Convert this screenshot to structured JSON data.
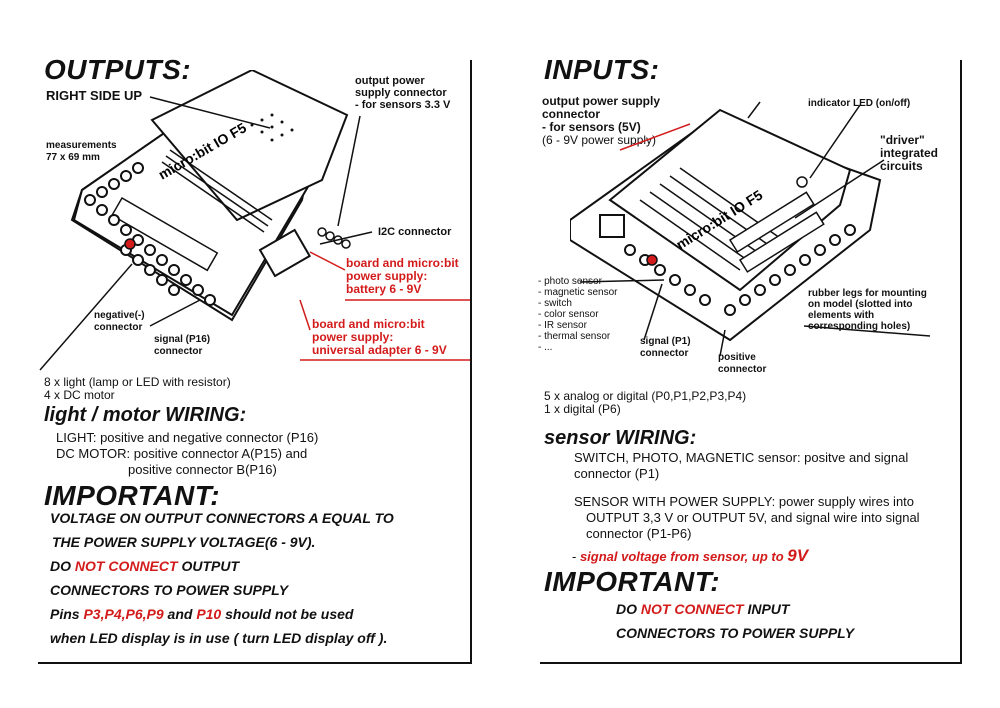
{
  "outputs": {
    "title": "OUTPUTS:",
    "right_side_up": "RIGHT SIDE UP",
    "measurements": [
      "measurements",
      "77 x 69 mm"
    ],
    "supply_33": [
      "output power",
      "supply connector",
      "- for sensors 3.3 V"
    ],
    "i2c": "I2C connector",
    "battery": [
      "board and micro:bit",
      "power supply:",
      "battery 6 - 9V"
    ],
    "adapter": [
      "board and micro:bit",
      "power supply:",
      "universal adapter 6 - 9V"
    ],
    "negative": [
      "negative(-)",
      "connector"
    ],
    "signal_p16": [
      "signal (P16)",
      "connector"
    ],
    "board_text": "micro:bit IO F5",
    "loads": [
      "8 x light (lamp or LED with resistor)",
      "4 x DC motor"
    ],
    "wiring_title": "light / motor WIRING:",
    "wiring": [
      "LIGHT: positive and negative connector (P16)",
      "DC MOTOR: positive connector A(P15) and",
      "positive connector B(P16)"
    ],
    "important_title": "IMPORTANT:",
    "warn1": "VOLTAGE ON OUTPUT CONNECTORS A EQUAL TO",
    "warn2": "THE POWER SUPPLY VOLTAGE(6 - 9V).",
    "warn3_a": "DO ",
    "warn3_b": "NOT CONNECT",
    "warn3_c": " OUTPUT",
    "warn4": "CONNECTORS TO POWER SUPPLY",
    "warn5_a": "Pins ",
    "warn5_b": "P3,P4,P6,P9",
    "warn5_c": " and ",
    "warn5_d": "P10",
    "warn5_e": " should not be used",
    "warn6": "when LED display is in use ( turn LED display off )."
  },
  "inputs": {
    "title": "INPUTS:",
    "supply_5v": [
      "output power supply",
      "connector",
      "- for sensors (5V)"
    ],
    "supply_5v_note": "(6 - 9V power supply)",
    "indicator": "indicator LED (on/off)",
    "driver": [
      "\"driver\"",
      "integrated",
      "circuits"
    ],
    "sensors": [
      "- photo sensor",
      "- magnetic sensor",
      "- switch",
      "- color sensor",
      "- IR sensor",
      "- thermal sensor",
      "- ..."
    ],
    "rubber": [
      "rubber legs for mounting",
      "on model (slotted into",
      "elements with",
      "corresponding holes)"
    ],
    "signal_p1": [
      "signal (P1)",
      "connector"
    ],
    "positive": [
      "positive",
      "connector"
    ],
    "board_text": "micro:bit IO F5",
    "io_list": [
      "5 x analog or digital (P0,P1,P2,P3,P4)",
      "1 x digital (P6)"
    ],
    "wiring_title": "sensor WIRING:",
    "wiring1": [
      "SWITCH, PHOTO, MAGNETIC sensor: positve and signal",
      "connector (P1)"
    ],
    "wiring2": [
      "SENSOR WITH POWER SUPPLY: power supply wires into",
      "OUTPUT 3,3 V or OUTPUT 5V, and signal wire into signal",
      "connector (P1-P6)"
    ],
    "signal_dash": "- ",
    "signal_note_a": "signal voltage from sensor, up to ",
    "signal_note_b": "9V",
    "important_title": "IMPORTANT:",
    "warn1_a": "DO ",
    "warn1_b": "NOT CONNECT",
    "warn1_c": " INPUT",
    "warn2": "CONNECTORS TO POWER SUPPLY"
  },
  "colors": {
    "accent_red": "#d31b1b",
    "ink": "#111111"
  }
}
